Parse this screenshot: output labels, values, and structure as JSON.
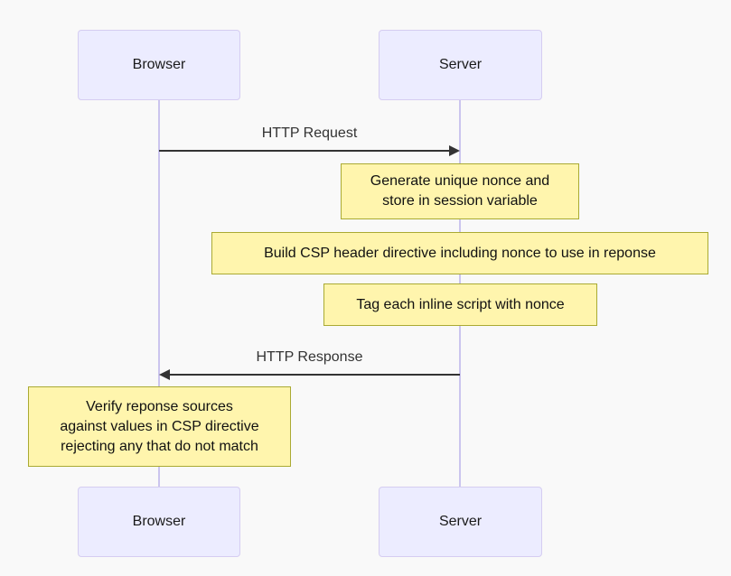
{
  "diagram": {
    "type": "sequence",
    "colors": {
      "background": "#f9f9f9",
      "actor_fill": "#ececff",
      "actor_border": "#d5cdf1",
      "note_fill": "#fff5ad",
      "note_border": "#aaaa33",
      "lifeline": "#cbc5ee",
      "arrow": "#333333",
      "message_text": "#333333"
    },
    "actors": [
      {
        "id": "browser",
        "label": "Browser"
      },
      {
        "id": "server",
        "label": "Server"
      }
    ],
    "messages": [
      {
        "from": "browser",
        "to": "server",
        "direction": "right",
        "label": "HTTP Request"
      },
      {
        "from": "server",
        "to": "browser",
        "direction": "left",
        "label": "HTTP Response"
      }
    ],
    "notes": [
      {
        "over": "server",
        "lines": [
          "Generate unique nonce and",
          "store in session variable"
        ]
      },
      {
        "over": "server",
        "lines": [
          "Build CSP header directive including nonce to use in reponse"
        ]
      },
      {
        "over": "server",
        "lines": [
          "Tag each inline script with nonce"
        ]
      },
      {
        "over": "browser",
        "lines": [
          "Verify reponse sources",
          "against values in CSP directive",
          "rejecting any that do not match"
        ]
      }
    ]
  }
}
